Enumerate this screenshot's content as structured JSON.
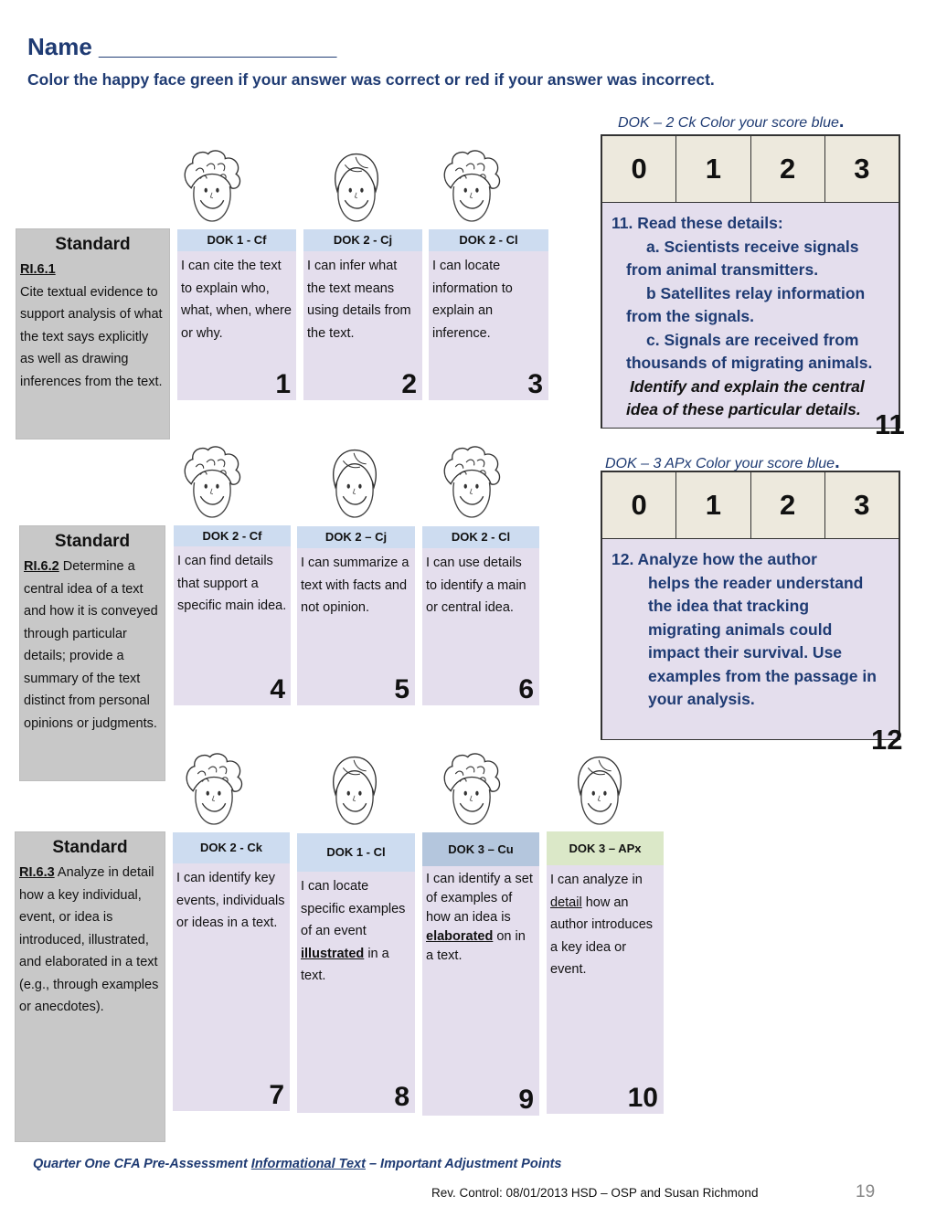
{
  "header": {
    "name_label": "Name __________________",
    "instruction": "Color the happy face green if your answer was correct or red if your answer was incorrect."
  },
  "standards": [
    {
      "heading": "Standard",
      "code": "RI.6.1",
      "text": "Cite textual evidence to support analysis of what the text says explicitly as well as drawing inferences from the text."
    },
    {
      "heading": "Standard",
      "code": "RI.6.2",
      "text": " Determine a central idea of a text and how it is conveyed through particular details; provide a summary of the text distinct from personal opinions or judgments."
    },
    {
      "heading": "Standard",
      "code": "RI.6.3",
      "text": " Analyze in detail how a key individual, event, or idea is introduced, illustrated, and elaborated in a text (e.g., through examples or anecdotes)."
    }
  ],
  "targets": {
    "t1": {
      "dok": "DOK 1 - Cf",
      "text": "I can cite the text to explain who, what, when, where or why.",
      "num": "1"
    },
    "t2": {
      "dok": "DOK 2 - Cj",
      "text": "I can infer what the text means using details from the text.",
      "num": "2"
    },
    "t3": {
      "dok": "DOK 2 - Cl",
      "text": "I can locate information to explain an inference.",
      "num": "3"
    },
    "t4": {
      "dok": "DOK 2 - Cf",
      "text": "I can find details that support a specific main idea.",
      "num": "4"
    },
    "t5": {
      "dok": "DOK 2 – Cj",
      "text": "I can summarize a text with facts and not opinion.",
      "num": "5"
    },
    "t6": {
      "dok": "DOK 2 - Cl",
      "text": "I can use details to identify a main or central idea.",
      "num": "6"
    },
    "t7": {
      "dok": "DOK 2 - Ck",
      "text": "I can identify key events, individuals or ideas in a text.",
      "num": "7"
    },
    "t8": {
      "dok": "DOK 1 - Cl",
      "text_a": "I can locate specific examples of an event ",
      "text_b": "illustrated",
      "text_c": " in a text.",
      "num": "8"
    },
    "t9": {
      "dok": "DOK 3 – Cu",
      "text_a": "I can identify a set of examples of how an idea is ",
      "text_b": "elaborated",
      "text_c": " on in a text.",
      "num": "9"
    },
    "t10": {
      "dok": "DOK 3 – APx",
      "text_a": "I can analyze in ",
      "text_b": "detail",
      "text_c": " how an author introduces  a key idea or event.",
      "num": "10"
    }
  },
  "score_boxes": [
    {
      "title": "DOK – 2 Ck Color your score blue",
      "scores": [
        "0",
        "1",
        "2",
        "3"
      ],
      "question_lines": [
        "11. Read these details:",
        "a.  Scientists receive signals",
        "from animal transmitters.",
        "b   Satellites relay information",
        "from the signals.",
        "c.  Signals are received from",
        "thousands of migrating animals.",
        "Identify and explain the central",
        "idea of these particular details."
      ],
      "num": "11"
    },
    {
      "title": "DOK – 3 APx Color your score blue",
      "scores": [
        "0",
        "1",
        "2",
        "3"
      ],
      "question_lines": [
        "12.   Analyze how the author",
        "helps the reader understand",
        "the idea that tracking",
        "migrating animals could",
        "impact their survival. Use",
        "examples from the passage in",
        "your analysis."
      ],
      "num": "12"
    }
  ],
  "footer": {
    "a": "Quarter One CFA Pre-Assessment ",
    "b": "Informational Text",
    "c": " – Important Adjustment Points",
    "rev": "Rev. Control:  08/01/2013 HSD – OSP and Susan Richmond",
    "page": "19"
  }
}
